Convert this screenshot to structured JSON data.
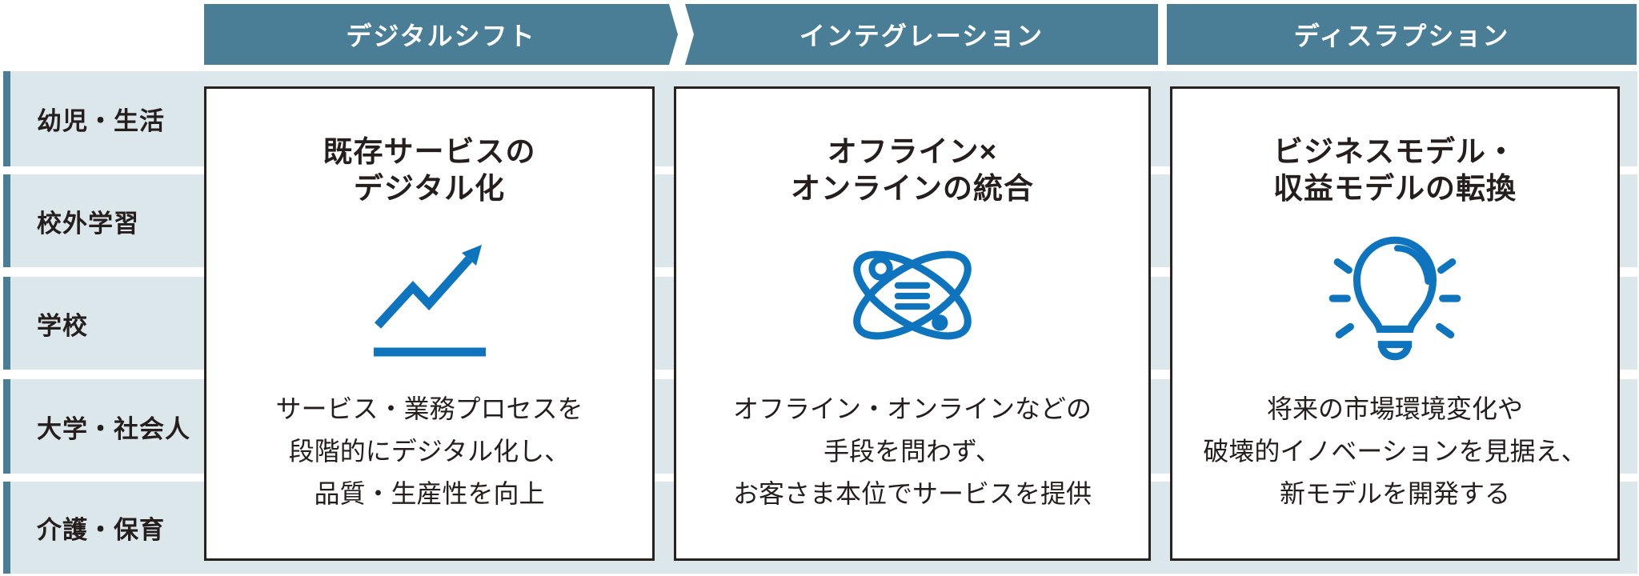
{
  "palette": {
    "header_teal": "#4A7E96",
    "accent_teal": "#4A7E96",
    "row_fill": "#DCE7EC",
    "card_border": "#2A201D",
    "text_dark": "#251E1C",
    "icon_blue": "#0F74BE",
    "header_text": "#FFFFFF"
  },
  "headers": [
    {
      "label": "デジタルシフト"
    },
    {
      "label": "インテグレーション"
    },
    {
      "label": "ディスラプション"
    }
  ],
  "rows": [
    {
      "label": "幼児・生活"
    },
    {
      "label": "校外学習"
    },
    {
      "label": "学校"
    },
    {
      "label": "大学・社会人"
    },
    {
      "label": "介護・保育"
    }
  ],
  "cards": [
    {
      "icon": "growth-chart-icon",
      "title_line1": "既存サービスの",
      "title_line2": "デジタル化",
      "body_line1": "サービス・業務プロセスを",
      "body_line2": "段階的にデジタル化し、",
      "body_line3": "品質・生産性を向上"
    },
    {
      "icon": "atom-network-icon",
      "title_line1": "オフライン×",
      "title_line2": "オンラインの統合",
      "body_line1": "オフライン・オンラインなどの",
      "body_line2": "手段を問わず、",
      "body_line3": "お客さま本位でサービスを提供"
    },
    {
      "icon": "lightbulb-icon",
      "title_line1": "ビジネスモデル・",
      "title_line2": "収益モデルの転換",
      "body_line1": "将来の市場環境変化や",
      "body_line2": "破壊的イノベーションを見据え、",
      "body_line3": "新モデルを開発する"
    }
  ]
}
